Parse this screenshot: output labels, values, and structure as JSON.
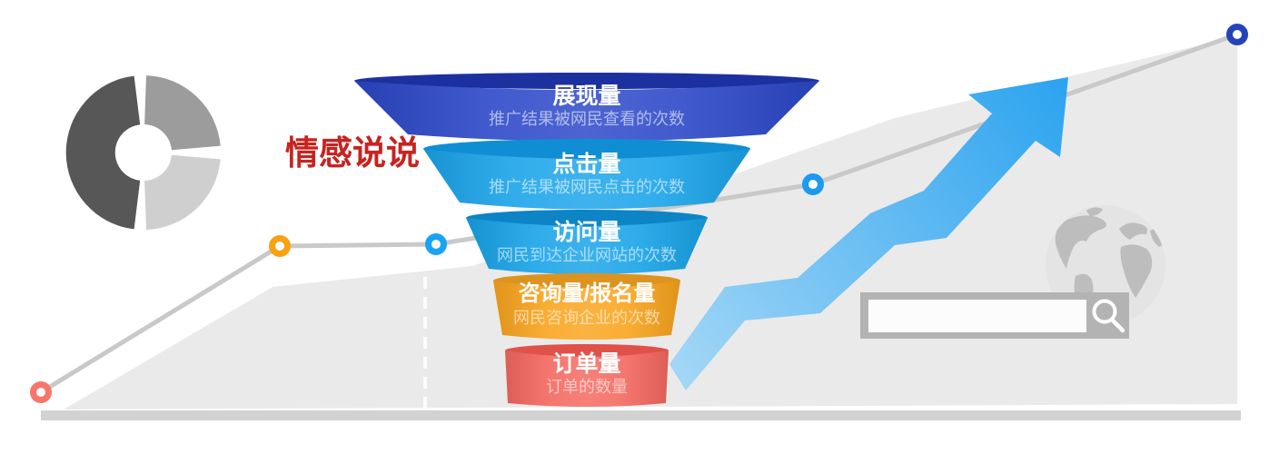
{
  "watermark": {
    "text": "情感说说",
    "color": "#c8231f"
  },
  "funnel_stages": [
    {
      "title": "展现量",
      "subtitle": "推广结果被网民查看的次数",
      "front_color": "#2b47c8",
      "rim_color": "#1d309f"
    },
    {
      "title": "点击量",
      "subtitle": "推广结果被网民点击的次数",
      "front_color": "#1ba4ea",
      "rim_color": "#108ed4"
    },
    {
      "title": "访问量",
      "subtitle": "网民到达企业网站的次数",
      "front_color": "#17a3e8",
      "rim_color": "#0d84c6"
    },
    {
      "title": "咨询量/报名量",
      "subtitle": "网民咨询企业的次数",
      "front_color": "#f9a41d",
      "rim_color": "#dc941f"
    },
    {
      "title": "订单量",
      "subtitle": "订单的数量",
      "front_color": "#f4685f",
      "rim_color": "#e0514a"
    }
  ],
  "chart_data": {
    "type": "funnel",
    "stages": [
      "展现量",
      "点击量",
      "访问量",
      "咨询量/报名量",
      "订单量"
    ],
    "descriptions": [
      "推广结果被网民查看的次数",
      "推广结果被网民点击的次数",
      "网民到达企业网站的次数",
      "网民咨询企业的次数",
      "订单的数量"
    ],
    "title": "",
    "values_shown": false
  },
  "trend_dots": [
    "#f8756b",
    "#f9a112",
    "#1aa3f2",
    "#1b9af0",
    "#2543b8"
  ],
  "trend_line_color": "#c9c9c9",
  "arrow": {
    "gradient_start": "#a6d8f6",
    "gradient_end": "#2ba3ef"
  },
  "donut_segments": [
    "#575757",
    "#9c9c9c",
    "#cfcfcf"
  ],
  "background": {
    "mountain": "#eaeaea",
    "baseline": "#d2d2d2",
    "dashed_line": "#ffffff"
  },
  "globe": {
    "sphere": "#e4e4e4",
    "land": "#bdbdbd"
  },
  "search": {
    "value": "",
    "frame": "#b3b3b3",
    "field": "#fcfcfc",
    "icon_color": "#ffffff"
  },
  "icons": {
    "donut_chart": "donut-pie-icon",
    "globe": "world-globe-icon",
    "search": "magnifier-icon",
    "trend_arrow": "zigzag-up-arrow-icon"
  }
}
